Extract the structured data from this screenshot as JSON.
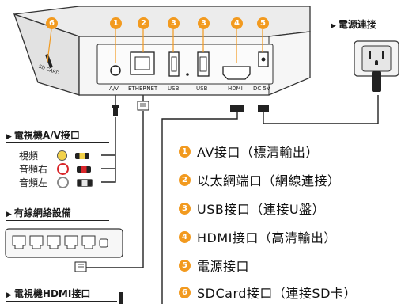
{
  "colors": {
    "badge": "#f29a1f",
    "line": "#222222",
    "device_top": "#e9e9e9",
    "device_front": "#f7f7f7"
  },
  "device": {
    "port_labels": [
      "A/V",
      "ETHERNET",
      "USB",
      "USB",
      "HDMI",
      "DC 5V"
    ],
    "sdcard_label": "SD CARD",
    "badges": [
      "6",
      "1",
      "2",
      "3",
      "3",
      "4",
      "5"
    ]
  },
  "power": {
    "title": "電源連接"
  },
  "tv_av": {
    "title": "電視機A/V接口",
    "rows": [
      {
        "label": "視頻",
        "color": "#f2d14a"
      },
      {
        "label": "音頻右",
        "color": "#d9262a"
      },
      {
        "label": "音頻左",
        "color": "#e8e8e8"
      }
    ]
  },
  "network": {
    "title": "有線網絡設備"
  },
  "tv_hdmi": {
    "title": "電視機HDMI接口"
  },
  "legend": [
    {
      "num": "1",
      "text": "AV接口（標清輸出）"
    },
    {
      "num": "2",
      "text": "以太網端口（網線連接）"
    },
    {
      "num": "3",
      "text": "USB接口（連接U盤）"
    },
    {
      "num": "4",
      "text": "HDMI接口（高清輸出）"
    },
    {
      "num": "5",
      "text": "電源接口"
    },
    {
      "num": "6",
      "text": "SDCard接口（連接SD卡）"
    }
  ]
}
